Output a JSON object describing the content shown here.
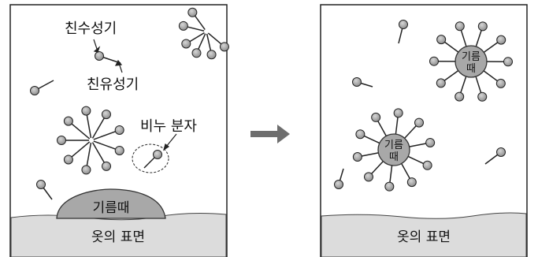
{
  "left_panel": {
    "labels": {
      "hydrophilic": "친수성기",
      "lipophilic": "친유성기",
      "soap_molecule": "비누 분자",
      "grease": "기름때",
      "surface": "옷의 표면"
    }
  },
  "right_panel": {
    "labels": {
      "grease_top": "기름\n때",
      "grease_bottom": "기름\n때",
      "surface": "옷의 표면"
    },
    "grease_top_lines": [
      "기름",
      "때"
    ],
    "grease_bottom_lines": [
      "기름",
      "때"
    ]
  },
  "colors": {
    "head_fill": "#a8a8a8",
    "grease_fill": "#a8a8a8",
    "surface_fill": "#dcdcdc",
    "arrow": "#6e6e6e",
    "stroke": "#222222"
  }
}
